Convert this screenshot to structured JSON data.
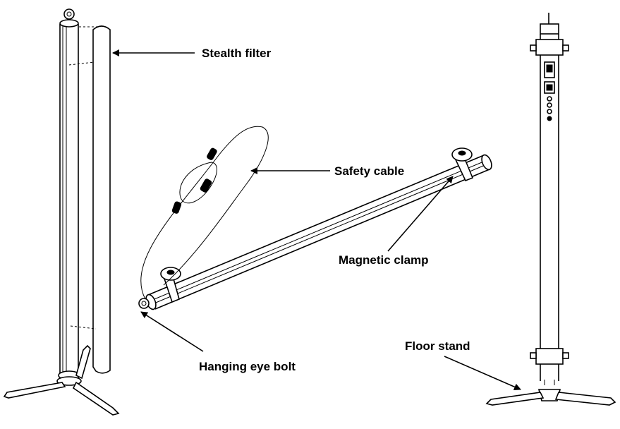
{
  "labels": {
    "stealth_filter": "Stealth filter",
    "safety_cable": "Safety cable",
    "magnetic_clamp": "Magnetic clamp",
    "hanging_eye_bolt": "Hanging eye bolt",
    "floor_stand": "Floor stand"
  },
  "colors": {
    "line": "#000000",
    "background": "#ffffff"
  }
}
